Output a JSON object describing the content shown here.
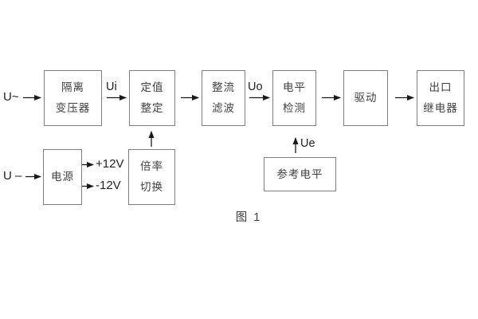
{
  "figure": {
    "caption": "图 1",
    "colors": {
      "background": "#ffffff",
      "box_border": "#7e7e7e",
      "box_text": "#3f3f3f",
      "label_text": "#222222",
      "arrow": "#1a1a1a"
    },
    "inputs": {
      "ac_label": "U~",
      "dc_label": "U –"
    },
    "signal_labels": {
      "ui": "Ui",
      "uo": "Uo",
      "ue": "Ue"
    },
    "power_rails": {
      "positive": "+12V",
      "negative": "-12V"
    },
    "blocks": [
      {
        "id": "isolation-transformer",
        "lines": [
          "隔离",
          "变压器"
        ]
      },
      {
        "id": "setpoint-adjustment",
        "lines": [
          "定值",
          "整定"
        ]
      },
      {
        "id": "rectify-filter",
        "lines": [
          "整流",
          "滤波"
        ]
      },
      {
        "id": "level-detection",
        "lines": [
          "电平",
          "检测"
        ]
      },
      {
        "id": "drive",
        "lines": [
          "驱动"
        ]
      },
      {
        "id": "output-relay",
        "lines": [
          "出口",
          "继电器"
        ]
      },
      {
        "id": "power-supply",
        "lines": [
          "电源"
        ]
      },
      {
        "id": "ratio-switch",
        "lines": [
          "倍率",
          "切换"
        ]
      },
      {
        "id": "reference-level",
        "lines": [
          "参考电平"
        ]
      }
    ]
  }
}
